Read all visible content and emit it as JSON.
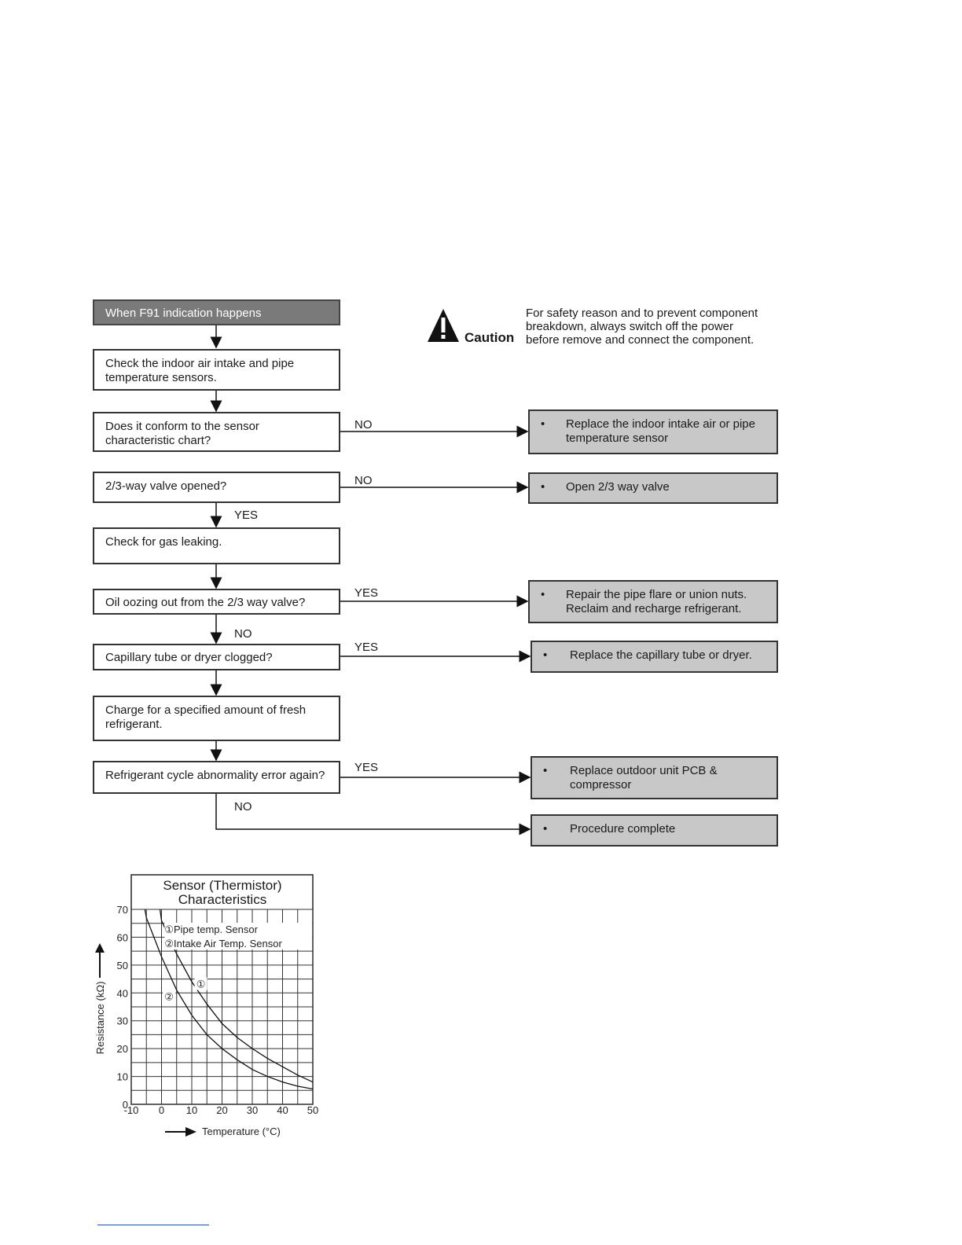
{
  "flow": {
    "start": "When F91 indication happens",
    "step1": "Check the indoor air intake and pipe temperature sensors.",
    "q1": "Does it conform to the sensor characteristic chart?",
    "q2": "2/3-way valve opened?",
    "step2": "Check for gas leaking.",
    "q3": "Oil oozing out from the 2/3 way valve?",
    "q4": "Capillary tube or dryer clogged?",
    "step3": "Charge for a specified amount of fresh refrigerant.",
    "q5": "Refrigerant cycle abnormality error again?"
  },
  "actions": {
    "a1": "Replace the indoor intake air or pipe temperature sensor",
    "a2": "Open 2/3 way valve",
    "a3": "Repair the pipe flare or union nuts. Reclaim and recharge refrigerant.",
    "a4": "Replace the capillary tube or dryer.",
    "a5": "Replace outdoor unit PCB & compressor",
    "a6": "Procedure complete",
    "bullet": "•"
  },
  "labels": {
    "yes": "YES",
    "no": "NO"
  },
  "caution": {
    "word": "Caution",
    "text": "For safety reason and to prevent component breakdown, always switch off the power before remove and connect the component."
  },
  "chart_data": {
    "type": "line",
    "title": "Sensor (Thermistor) Characteristics",
    "xlabel": "Temperature (°C)",
    "ylabel": "Resistance (kΩ)",
    "xlim": [
      -10,
      50
    ],
    "ylim": [
      0,
      70
    ],
    "xticks": [
      -10,
      0,
      10,
      20,
      30,
      40,
      50
    ],
    "yticks": [
      0,
      10,
      20,
      30,
      40,
      50,
      60,
      70
    ],
    "grid": true,
    "legend": [
      {
        "marker": "①",
        "label": "Pipe temp. Sensor"
      },
      {
        "marker": "②",
        "label": "Intake Air Temp. Sensor"
      }
    ],
    "series": [
      {
        "name": "Pipe temp. Sensor",
        "marker": "①",
        "x": [
          -0.5,
          0,
          5,
          10,
          15,
          20,
          25,
          30,
          35,
          40,
          45,
          50
        ],
        "y": [
          70,
          66,
          54,
          44,
          36,
          29,
          24,
          20,
          16.5,
          13.5,
          10.5,
          8
        ]
      },
      {
        "name": "Intake Air Temp. Sensor",
        "marker": "②",
        "x": [
          -5.5,
          -5,
          0,
          5,
          10,
          15,
          20,
          25,
          30,
          35,
          40,
          45,
          50
        ],
        "y": [
          70,
          67,
          53,
          41,
          32,
          25,
          20,
          16,
          12.5,
          10,
          8,
          6.5,
          5.5
        ]
      }
    ]
  }
}
